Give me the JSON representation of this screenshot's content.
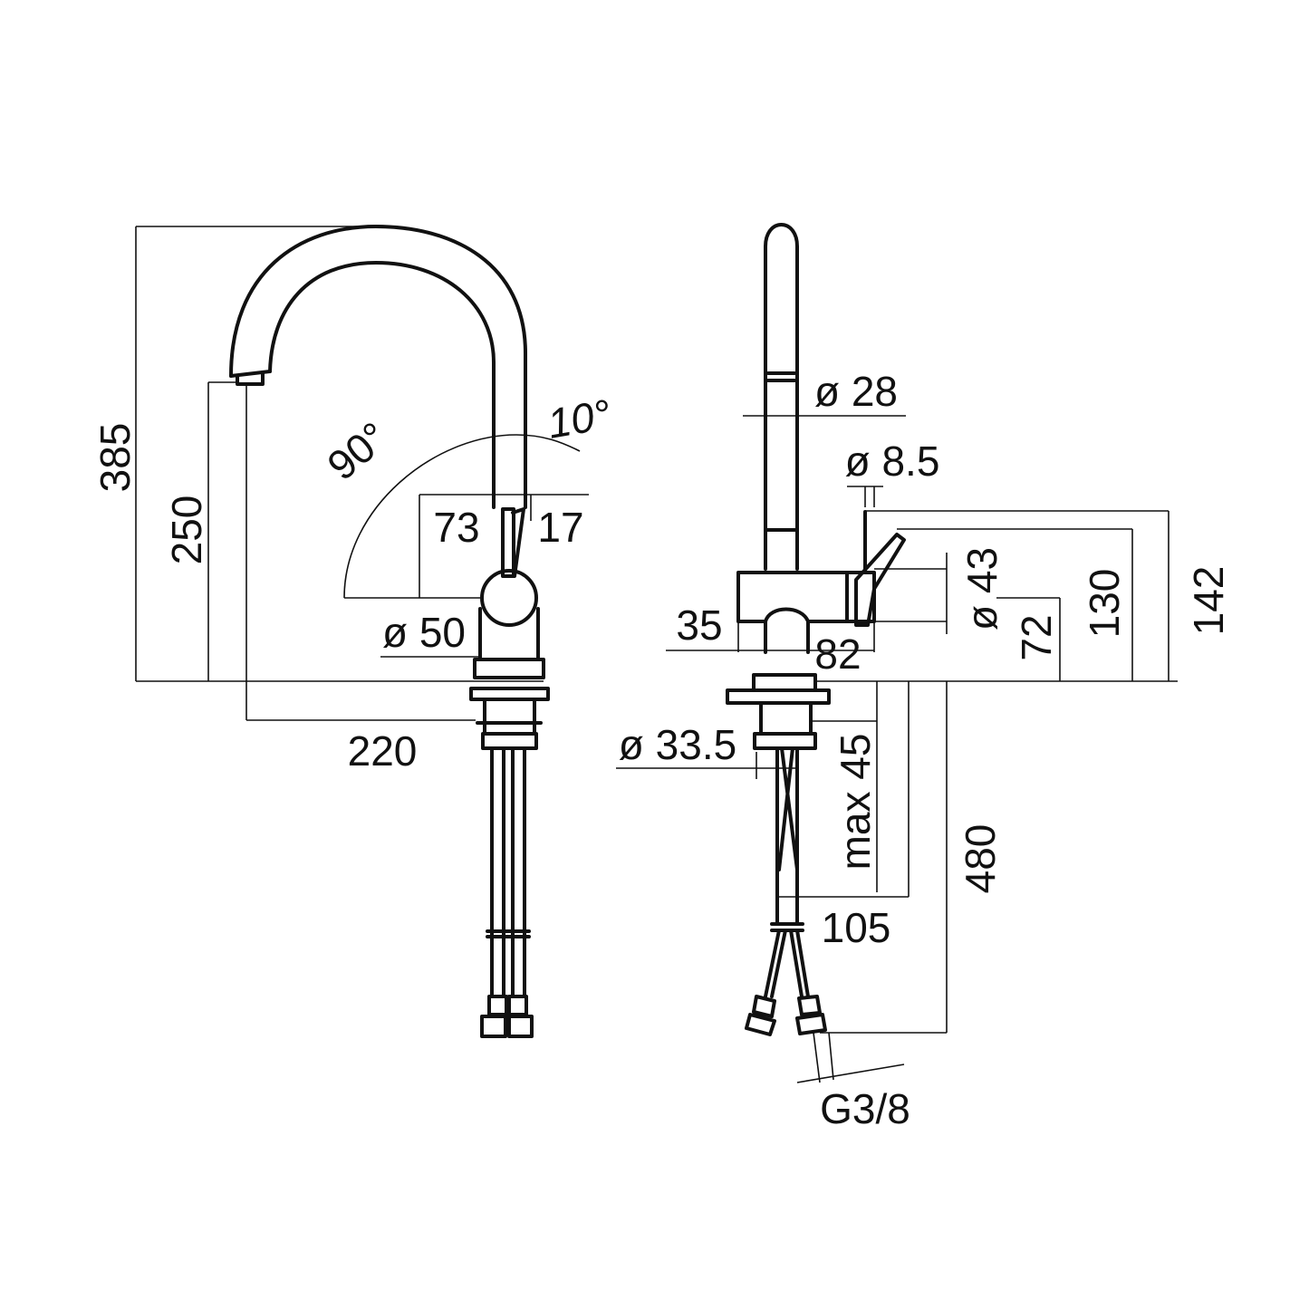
{
  "side_view": {
    "height_total": "385",
    "spout_height": "250",
    "spout_reach": "220",
    "swivel_angle": "90°",
    "lever_angle": "10°",
    "lever_offset_left": "73",
    "lever_offset_right": "17",
    "body_diameter": "ø 50"
  },
  "front_view": {
    "spout_diameter": "ø 28",
    "lever_diameter": "ø 8.5",
    "height_outer": "142",
    "height_inner": "130",
    "handle_diameter": "ø 43",
    "body_height": "72",
    "body_offset": "35",
    "body_depth": "82",
    "hole_diameter": "ø 33.5",
    "max_thickness": "max 45",
    "shank_length": "105",
    "hose_length": "480",
    "connection_thread": "G3/8"
  },
  "colors": {
    "line": "#111111",
    "background": "#ffffff"
  }
}
